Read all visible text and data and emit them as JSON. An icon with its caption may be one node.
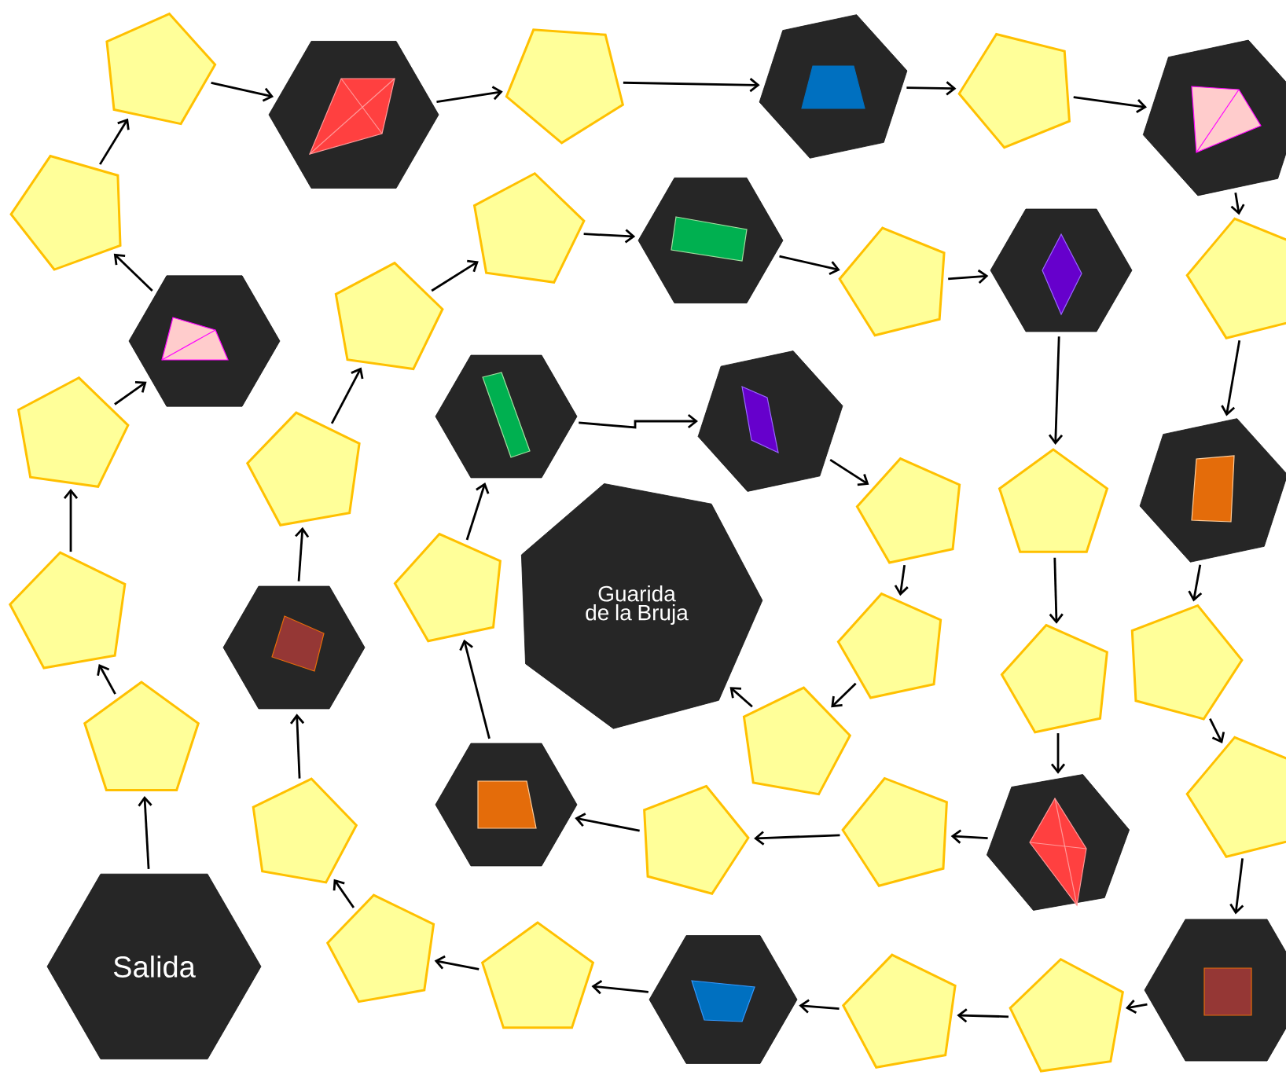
{
  "diagram": {
    "nodes": [
      {
        "text": [
          "Salida"
        ]
      },
      {
        "text": [],
        "shape": "pentagon"
      },
      {
        "text": [],
        "shape": "pentagon"
      },
      {
        "text": [],
        "shape": "pentagon"
      },
      {
        "text": [],
        "shape": "hexagon"
      },
      {
        "text": [],
        "shape": "pentagon"
      },
      {
        "text": [],
        "shape": "pentagon"
      },
      {
        "text": [],
        "shape": "hexagon"
      },
      {
        "text": [],
        "shape": "pentagon"
      },
      {
        "text": [],
        "shape": "hexagon"
      },
      {
        "text": [],
        "shape": "pentagon"
      },
      {
        "text": [],
        "shape": "hexagon"
      },
      {
        "text": [],
        "shape": "pentagon"
      },
      {
        "text": [],
        "shape": "hexagon"
      },
      {
        "text": [],
        "shape": "pentagon"
      },
      {
        "text": [],
        "shape": "pentagon"
      },
      {
        "text": [],
        "shape": "hexagon"
      },
      {
        "text": [],
        "shape": "pentagon"
      },
      {
        "text": [],
        "shape": "pentagon"
      },
      {
        "text": [],
        "shape": "hexagon"
      },
      {
        "text": [],
        "shape": "pentagon"
      },
      {
        "text": [],
        "shape": "pentagon"
      },
      {
        "text": [],
        "shape": "pentagon"
      },
      {
        "text": [],
        "shape": "hexagon"
      },
      {
        "text": [],
        "shape": "pentagon"
      },
      {
        "text": [],
        "shape": "pentagon"
      },
      {
        "text": [],
        "shape": "pentagon"
      },
      {
        "text": [],
        "shape": "hexagon"
      },
      {
        "text": [],
        "shape": "pentagon"
      },
      {
        "text": [],
        "shape": "hexagon"
      },
      {
        "text": [],
        "shape": "pentagon"
      },
      {
        "text": [],
        "shape": "pentagon"
      },
      {
        "text": [],
        "shape": "hexagon"
      },
      {
        "text": [],
        "shape": "pentagon"
      },
      {
        "text": [],
        "shape": "pentagon"
      },
      {
        "text": [],
        "shape": "hexagon"
      },
      {
        "text": [],
        "shape": "pentagon"
      },
      {
        "text": [],
        "shape": "hexagon"
      },
      {
        "text": [],
        "shape": "hexagon"
      },
      {
        "text": [],
        "shape": "pentagon"
      },
      {
        "text": [],
        "shape": "pentagon"
      },
      {
        "text": [],
        "shape": "pentagon"
      },
      {
        "text": [
          "Guarida de la Bruja"
        ]
      }
    ],
    "edges": [
      {
        "from": 0,
        "to": 1,
        "arrow": "to"
      },
      {
        "from": 1,
        "to": 2,
        "arrow": "to"
      },
      {
        "from": 2,
        "to": 3,
        "arrow": "to"
      },
      {
        "from": 3,
        "to": 4,
        "arrow": "to"
      },
      {
        "from": 4,
        "to": 5,
        "arrow": "to"
      },
      {
        "from": 5,
        "to": 6,
        "arrow": "to"
      },
      {
        "from": 6,
        "to": 7,
        "arrow": "to"
      },
      {
        "from": 7,
        "to": 8,
        "arrow": "to"
      },
      {
        "from": 8,
        "to": 9,
        "arrow": "to"
      },
      {
        "from": 9,
        "to": 10,
        "arrow": "to"
      },
      {
        "from": 10,
        "to": 11,
        "arrow": "to"
      },
      {
        "from": 11,
        "to": 12,
        "arrow": "to"
      },
      {
        "from": 12,
        "to": 13,
        "arrow": "to"
      },
      {
        "from": 13,
        "to": 14,
        "arrow": "to"
      },
      {
        "from": 14,
        "to": 15,
        "arrow": "to"
      },
      {
        "from": 15,
        "to": 16,
        "arrow": "to"
      },
      {
        "from": 16,
        "to": 17,
        "arrow": "to"
      },
      {
        "from": 17,
        "to": 18,
        "arrow": "to"
      },
      {
        "from": 18,
        "to": 19,
        "arrow": "to"
      },
      {
        "from": 19,
        "to": 20,
        "arrow": "to"
      },
      {
        "from": 20,
        "to": 21,
        "arrow": "to"
      },
      {
        "from": 21,
        "to": 22,
        "arrow": "to"
      },
      {
        "from": 22,
        "to": 23,
        "arrow": "to"
      },
      {
        "from": 23,
        "to": 24,
        "arrow": "to"
      },
      {
        "from": 24,
        "to": 25,
        "arrow": "to"
      },
      {
        "from": 25,
        "to": 26,
        "arrow": "to"
      },
      {
        "from": 26,
        "to": 27,
        "arrow": "to"
      },
      {
        "from": 27,
        "to": 28,
        "arrow": "to"
      },
      {
        "from": 28,
        "to": 29,
        "arrow": "to"
      },
      {
        "from": 29,
        "to": 30,
        "arrow": "to"
      },
      {
        "from": 30,
        "to": 31,
        "arrow": "to"
      },
      {
        "from": 31,
        "to": 32,
        "arrow": "to"
      },
      {
        "from": 32,
        "to": 33,
        "arrow": "to"
      },
      {
        "from": 33,
        "to": 34,
        "arrow": "to"
      },
      {
        "from": 34,
        "to": 35,
        "arrow": "to"
      },
      {
        "from": 35,
        "to": 36,
        "arrow": "to"
      },
      {
        "from": 36,
        "to": 37,
        "arrow": "to"
      },
      {
        "from": 37,
        "to": 38,
        "arrow": "to"
      },
      {
        "from": 38,
        "to": 39,
        "arrow": "to"
      },
      {
        "from": 39,
        "to": 40,
        "arrow": "to"
      },
      {
        "from": 40,
        "to": 41,
        "arrow": "to"
      },
      {
        "from": 41,
        "to": 42,
        "arrow": "to"
      }
    ]
  }
}
